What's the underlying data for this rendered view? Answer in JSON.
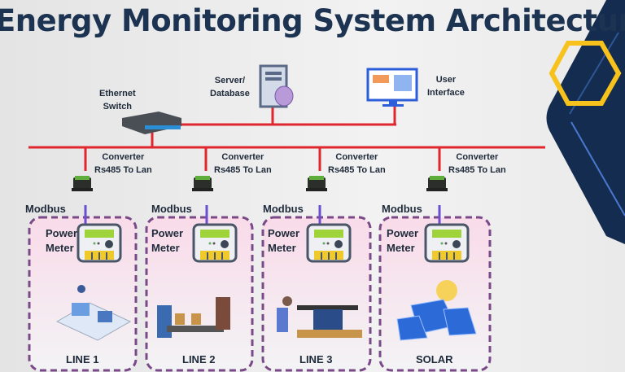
{
  "title": "Energy Monitoring System Architecture",
  "colors": {
    "title": "#1c3352",
    "network_line": "#e0262e",
    "modbus_line": "#6a4fd0",
    "zone_border": "#7a4a88",
    "accent": "#f6c21b",
    "navy": "#142c50"
  },
  "top_nodes": {
    "switch": {
      "line1": "Ethernet",
      "line2": "Switch",
      "icon": "ethernet-switch-icon"
    },
    "server": {
      "line1": "Server/",
      "line2": "Database",
      "icon": "server-database-icon"
    },
    "ui": {
      "line1": "User",
      "line2": "Interface",
      "icon": "monitor-dashboard-icon"
    }
  },
  "zones": [
    {
      "converter_line1": "Converter",
      "converter_line2": "Rs485 To Lan",
      "modbus": "Modbus",
      "meter_line1": "Power",
      "meter_line2": "Meter",
      "label": "LINE 1",
      "illustration": "factory-line-icon"
    },
    {
      "converter_line1": "Converter",
      "converter_line2": "Rs485 To Lan",
      "modbus": "Modbus",
      "meter_line1": "Power",
      "meter_line2": "Meter",
      "label": "LINE 2",
      "illustration": "conveyor-icon"
    },
    {
      "converter_line1": "Converter",
      "converter_line2": "Rs485 To Lan",
      "modbus": "Modbus",
      "meter_line1": "Power",
      "meter_line2": "Meter",
      "label": "LINE 3",
      "illustration": "assembly-line-icon"
    },
    {
      "converter_line1": "Converter",
      "converter_line2": "Rs485 To Lan",
      "modbus": "Modbus",
      "meter_line1": "Power",
      "meter_line2": "Meter",
      "label": "SOLAR",
      "illustration": "solar-panel-icon"
    }
  ]
}
